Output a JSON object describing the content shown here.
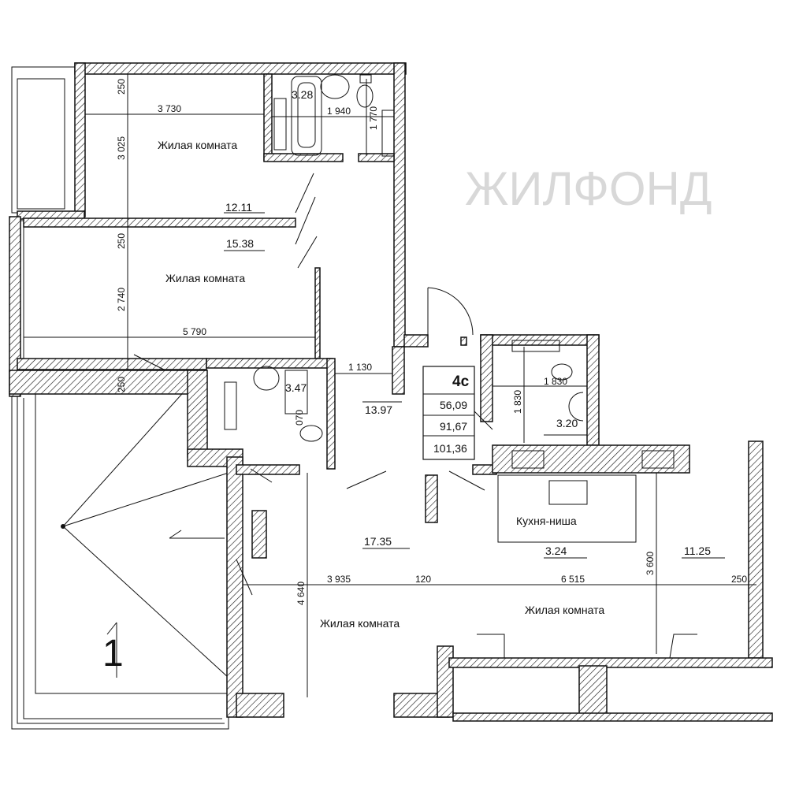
{
  "apartment": {
    "type": "4с",
    "living_area": "56,09",
    "total_area": "91,67",
    "total_with_balcony": "101,36"
  },
  "rooms": [
    {
      "name": "Жилая комната",
      "area": "12.11"
    },
    {
      "name": "Жилая комната",
      "area": "15.38"
    },
    {
      "name": "Жилая комната",
      "area": "17.35"
    },
    {
      "name": "Жилая комната",
      "area": "11.25"
    },
    {
      "name": "Кухня-ниша",
      "area": "3.24"
    },
    {
      "name": "",
      "area": "13.97"
    },
    {
      "name": "",
      "area": "3.28"
    },
    {
      "name": "",
      "area": "3.47"
    },
    {
      "name": "",
      "area": "3.20"
    }
  ],
  "dimensions": [
    "250",
    "3 730",
    "3 025",
    "250",
    "2 740",
    "5 790",
    "250",
    "1 940",
    "1 770",
    "1 130",
    "070",
    "1 830",
    "1 830",
    "3 935",
    "120",
    "4 640",
    "6 515",
    "3 600",
    "250"
  ],
  "terrace_label": "1",
  "watermark": "ЖИЛФОНД"
}
